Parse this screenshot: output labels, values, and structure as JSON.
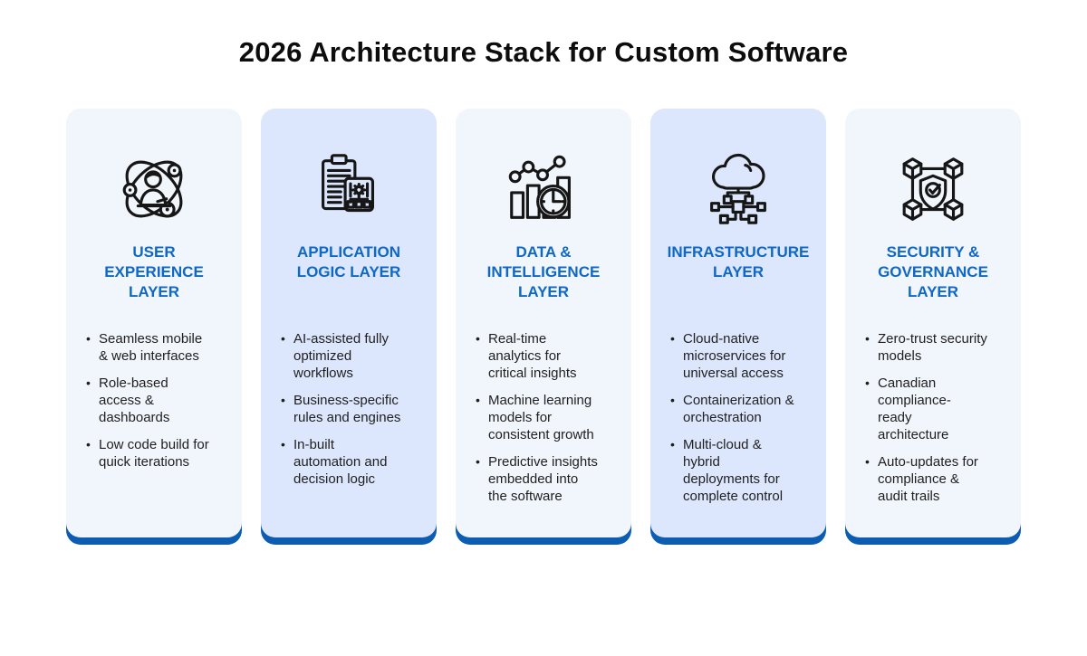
{
  "title": "2026 Architecture Stack for Custom Software",
  "colors": {
    "accent": "#0f68c5",
    "bar": "#0c5cb1",
    "cardLight": "#f1f5fc",
    "cardTint": "#dce6fc",
    "text": "#1f1f1f",
    "title": "#0d0d0d"
  },
  "cards": [
    {
      "icon": "user-orbit-icon",
      "title": "USER\nEXPERIENCE\nLAYER",
      "bullets": [
        "Seamless mobile\n& web interfaces",
        "Role-based\naccess &\ndashboards",
        "Low code build for\nquick iterations"
      ]
    },
    {
      "icon": "clipboard-gear-flowchart-icon",
      "title": "APPLICATION\nLOGIC LAYER",
      "bullets": [
        "AI-assisted fully\noptimized\nworkflows",
        "Business-specific\nrules and engines",
        "In-built\nautomation and\ndecision logic"
      ]
    },
    {
      "icon": "analytics-chart-clock-icon",
      "title": "DATA &\nINTELLIGENCE\nLAYER",
      "bullets": [
        "Real-time\nanalytics for\ncritical insights",
        "Machine learning\nmodels for\nconsistent growth",
        "Predictive insights\nembedded into\nthe software"
      ]
    },
    {
      "icon": "cloud-network-icon",
      "title": "INFRASTRUCTURE\nLAYER",
      "bullets": [
        "Cloud-native\nmicroservices for\nuniversal access",
        "Containerization &\norchestration",
        "Multi-cloud &\nhybrid\ndeployments for\ncomplete control"
      ]
    },
    {
      "icon": "cubes-shield-check-icon",
      "title": "SECURITY &\nGOVERNANCE\nLAYER",
      "bullets": [
        "Zero-trust security\nmodels",
        "Canadian\ncompliance-\nready\narchitecture",
        "Auto-updates for\ncompliance &\naudit trails"
      ]
    }
  ]
}
